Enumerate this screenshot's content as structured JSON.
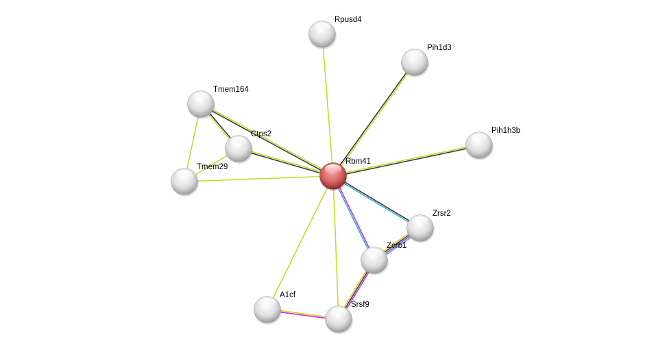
{
  "network": {
    "query_node": "Rbm41",
    "nodes": [
      {
        "id": "Rbm41",
        "label": "Rbm41",
        "query": true
      },
      {
        "id": "Rpusd4",
        "label": "Rpusd4"
      },
      {
        "id": "Pih1d3",
        "label": "Pih1d3"
      },
      {
        "id": "Tmem164",
        "label": "Tmem164"
      },
      {
        "id": "Ctps2",
        "label": "Ctps2"
      },
      {
        "id": "Pih1h3b",
        "label": "Pih1h3b"
      },
      {
        "id": "Tmem29",
        "label": "Tmem29"
      },
      {
        "id": "Zrsr2",
        "label": "Zrsr2"
      },
      {
        "id": "Zcrb1",
        "label": "Zcrb1"
      },
      {
        "id": "A1cf",
        "label": "A1cf"
      },
      {
        "id": "Srsf9",
        "label": "Srsf9"
      }
    ],
    "edges": [
      {
        "a": "Rbm41",
        "b": "Rpusd4",
        "evidence": [
          "textmining"
        ]
      },
      {
        "a": "Rbm41",
        "b": "Pih1d3",
        "evidence": [
          "coexpression",
          "textmining"
        ]
      },
      {
        "a": "Rbm41",
        "b": "Pih1h3b",
        "evidence": [
          "textmining",
          "coexpression"
        ]
      },
      {
        "a": "Rbm41",
        "b": "Tmem164",
        "evidence": [
          "coexpression",
          "textmining"
        ]
      },
      {
        "a": "Rbm41",
        "b": "Ctps2",
        "evidence": [
          "coexpression",
          "textmining"
        ]
      },
      {
        "a": "Rbm41",
        "b": "Tmem29",
        "evidence": [
          "textmining"
        ]
      },
      {
        "a": "Rbm41",
        "b": "Zrsr2",
        "evidence": [
          "coexpression",
          "database"
        ]
      },
      {
        "a": "Rbm41",
        "b": "Zcrb1",
        "evidence": [
          "experiments",
          "database"
        ]
      },
      {
        "a": "Rbm41",
        "b": "Srsf9",
        "evidence": [
          "textmining"
        ]
      },
      {
        "a": "Rbm41",
        "b": "A1cf",
        "evidence": [
          "textmining"
        ]
      },
      {
        "a": "Tmem164",
        "b": "Ctps2",
        "evidence": [
          "coexpression",
          "textmining"
        ]
      },
      {
        "a": "Tmem164",
        "b": "Tmem29",
        "evidence": [
          "textmining"
        ]
      },
      {
        "a": "Ctps2",
        "b": "Tmem29",
        "evidence": [
          "textmining"
        ]
      },
      {
        "a": "Zrsr2",
        "b": "Zcrb1",
        "evidence": [
          "database",
          "experiments",
          "coexpression",
          "textmining"
        ]
      },
      {
        "a": "Zcrb1",
        "b": "Srsf9",
        "evidence": [
          "experiments",
          "coexpression",
          "textmining"
        ]
      },
      {
        "a": "A1cf",
        "b": "Srsf9",
        "evidence": [
          "textmining",
          "experiments"
        ]
      }
    ]
  },
  "colors": {
    "textmining": "#c4dc24",
    "coexpression": "#3c3c3c",
    "database": "#2ab4d8",
    "experiments": "#d826d8",
    "query_node": "#d85a5a",
    "node": "#e6e6e6"
  }
}
